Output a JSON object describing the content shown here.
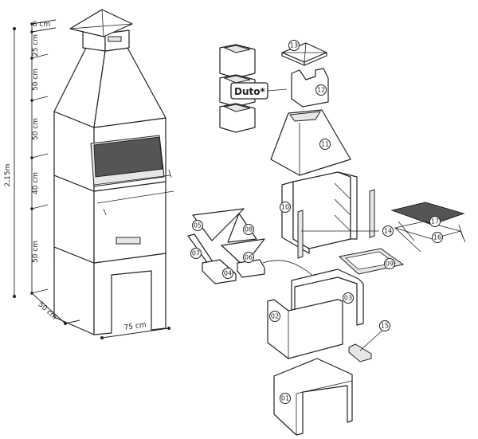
{
  "dimensions": {
    "total_height": "2,15m",
    "segments": [
      "6 cm",
      "25 cm",
      "50 cm",
      "50 cm",
      "40 cm",
      "50 cm"
    ],
    "depth": "50 cm",
    "width": "75 cm"
  },
  "duct_label": "Duto*",
  "parts": [
    "13",
    "12",
    "11",
    "10",
    "14",
    "17",
    "16",
    "05",
    "08",
    "07",
    "06",
    "04",
    "09",
    "03",
    "02",
    "15",
    "01"
  ]
}
